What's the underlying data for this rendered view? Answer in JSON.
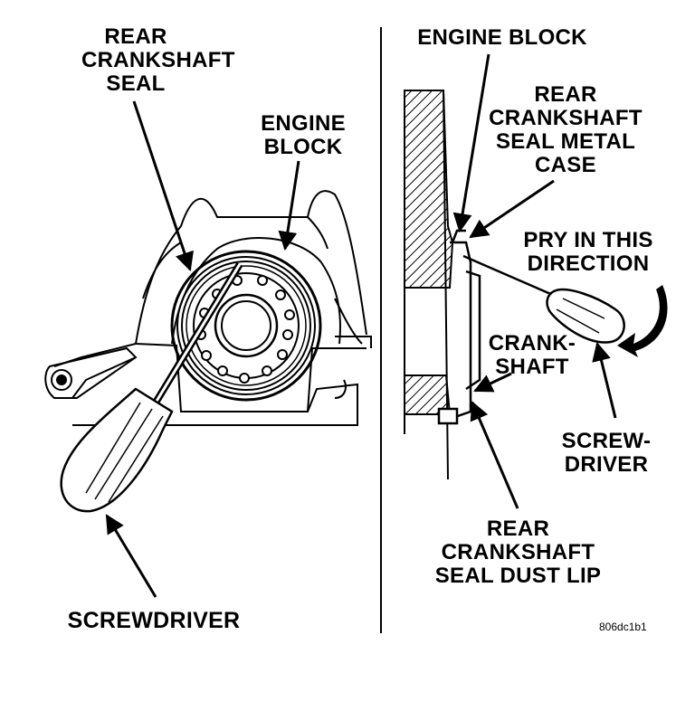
{
  "labels": {
    "left_seal": "REAR\nCRANKSHAFT\nSEAL",
    "left_block": "ENGINE\nBLOCK",
    "left_screwdriver": "SCREWDRIVER",
    "right_block": "ENGINE BLOCK",
    "metal_case": "REAR\nCRANKSHAFT\nSEAL METAL\nCASE",
    "pry": "PRY IN THIS\nDIRECTION",
    "crankshaft": "CRANK-\nSHAFT",
    "right_screwdriver": "SCREW-\nDRIVER",
    "dust_lip": "REAR\nCRANKSHAFT\nSEAL DUST LIP"
  },
  "figure_code": "806dc1b1"
}
